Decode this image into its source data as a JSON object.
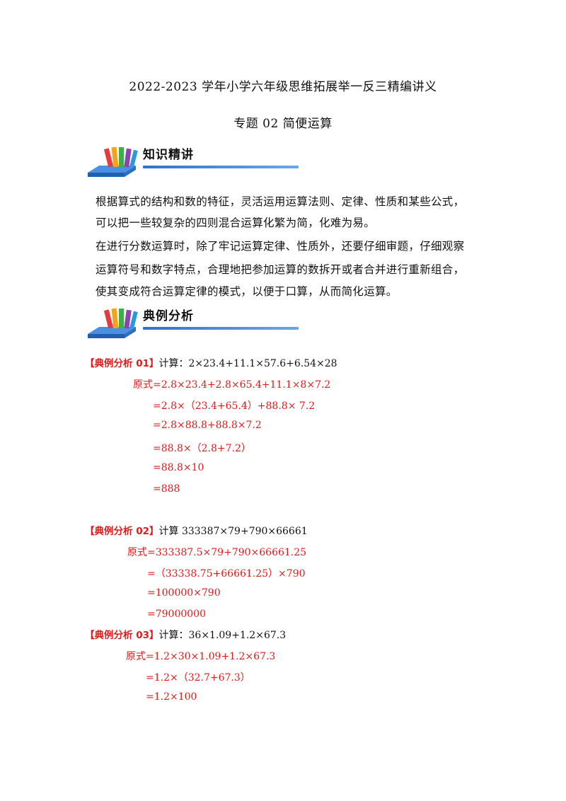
{
  "header": {
    "title": "2022-2023 学年小学六年级思维拓展举一反三精编讲义",
    "subtitle": "专题 02 简便运算"
  },
  "sections": {
    "knowledge": {
      "label": "知识精讲",
      "icon": "books-icon"
    },
    "examples": {
      "label": "典例分析",
      "icon": "books-icon"
    }
  },
  "knowledge_text": [
    "根据算式的结构和数的特征，灵活运用运算法则、定律、性质和某些公式，",
    "可以把一些较复杂的四则混合运算化繁为简，化难为易。",
    "在进行分数运算时，除了牢记运算定律、性质外，还要仔细审题，仔细观察",
    "运算符号和数字特点，合理地把参加运算的数拆开或者合并进行重新组合，",
    "使其变成符合运算定律的模式，以便于口算，从而简化运算。"
  ],
  "examples": [
    {
      "tag": "【典例分析 01】",
      "question": "计算：2×23.4+11.1×57.6+6.54×28",
      "steps": [
        "原式=2.8×23.4+2.8×65.4+11.1×8×7.2",
        "=2.8×（23.4+65.4）+88.8× 7.2",
        "=2.8×88.8+88.8×7.2",
        "=88.8×（2.8+7.2）",
        "=88.8×10",
        "=888"
      ]
    },
    {
      "tag": "【典例分析 02】",
      "question": "计算 333387×79+790×66661",
      "steps": [
        "原式=333387.5×79+790×66661.25",
        "=（33338.75+66661.25）×790",
        "=100000×790",
        "=79000000"
      ]
    },
    {
      "tag": "【典例分析 03】",
      "question": "计算：36×1.09+1.2×67.3",
      "steps": [
        "原式=1.2×30×1.09+1.2×67.3",
        "=1.2×（32.7+67.3）",
        "=1.2×100"
      ]
    }
  ],
  "colors": {
    "answer": "#e01a1a",
    "accent": "#2f73c9"
  }
}
